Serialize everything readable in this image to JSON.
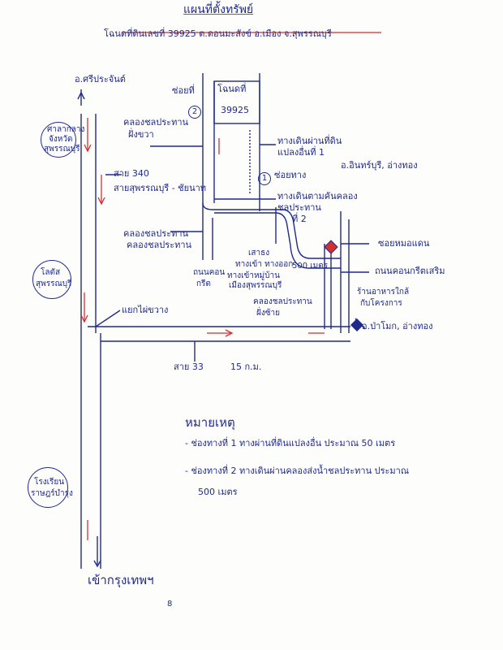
{
  "title": "แผนที่ตั้งทรัพย์",
  "subtitle": "โฉนดที่ดินเลขที่ 39925 ต.ดอนมะสังข์ อ.เมือง จ.สุพรรณบุรี",
  "labels": {
    "sri_prachan": "อ.ศรีประจันต์",
    "sub_pump_1": "ศาลากลาง",
    "sub_pump_2": "จังหวัด",
    "sub_pump_3": "สุพรรณบุรี",
    "road_340_1": "สาย 340",
    "road_340_2": "สายสุพรรณบุรี - ชัยนาท",
    "canal_top_1": "คลองชลประทาน",
    "canal_top_2": "ฝั่งขวา",
    "lane_label": "ซ่อยที่",
    "lane_num": "2",
    "deed_label": "โฉนดที่",
    "deed_num": "39925",
    "walk_lane_1": "ทางเดินผ่านที่ดิน",
    "walk_lane_2": "แปลงอื่นที่ 1",
    "lane1_marker": "1",
    "lane1_text": "ซ่อยทาง",
    "district_right": "อ.อินทร์บุรี, อ่างทอง",
    "walkway_1": "ทางเดินตามคันคลอง",
    "walkway_2": "ชลประทาน",
    "walkway_3": "ที่ 2",
    "canal_left_1": "คลองชลประทาน",
    "canal_left_2": "คลองชลประทาน",
    "oval_1": "โลตัส",
    "oval_2": "สุพรรณบุรี",
    "mid_1": "เสาธง",
    "mid_2": "ทางเข้า ทางออก",
    "mid_3": "ทางเข้าหมู่บ้าน",
    "mid_4": "เมืองสุพรรณบุรี",
    "left_bottom_1": "ถนนคอน",
    "left_bottom_2": "กรีต",
    "dist_label": "500 เมตร",
    "right_1": "ซอยหมอแดน",
    "right_2": "ถนนคอนกรีตเสริม",
    "right_3_1": "ร้านอาหารใกล้",
    "right_3_2": "กับโครงการ",
    "bottom_canal_1": "คลองชลประทาน",
    "bottom_canal_2": "ฝั่งซ้าย",
    "yaek": "แยกไผ่ขวาง",
    "pa_mok": "อ.ป่าโมก, อ่างทอง",
    "road_33": "สาย 33",
    "km": "15 ก.ม.",
    "oval_bottom_1": "โรงเรียน",
    "oval_bottom_2": "ราษฎร์บำรุง",
    "bangkok": "เข้ากรุงเทพฯ"
  },
  "notes": {
    "heading": "หมายเหตุ",
    "line1": "- ช่องทางที่ 1 ทางผ่านที่ดินแปลงอื่น ประมาณ 50 เมตร",
    "line2": "- ช่องทางที่ 2 ทางเดินผ่านคลองส่งน้ำชลประทาน ประมาณ",
    "line3": "500 เมตร"
  },
  "page_number": "8",
  "colors": {
    "ink": "#1f2a8c",
    "red": "#d33030"
  }
}
